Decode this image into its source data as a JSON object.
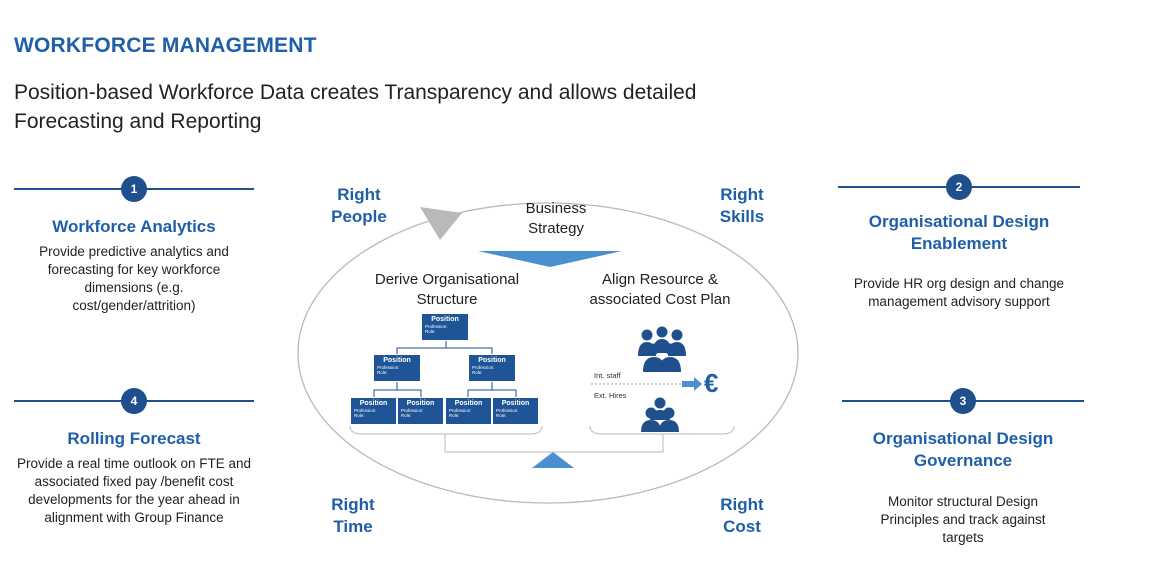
{
  "header": {
    "title": "WORKFORCE MANAGEMENT",
    "subtitle": "Position-based Workforce Data creates Transparency and allows detailed Forecasting and Reporting"
  },
  "left_top": {
    "number": "1",
    "heading": "Workforce Analytics",
    "description": "Provide predictive analytics and forecasting for key workforce dimensions (e.g. cost/gender/attrition)"
  },
  "left_bottom": {
    "number": "4",
    "heading": "Rolling Forecast",
    "description": "Provide a real time outlook on FTE and associated fixed pay /benefit cost developments for the year ahead in alignment with Group Finance"
  },
  "right_top": {
    "number": "2",
    "heading": "Organisational Design Enablement",
    "description": "Provide HR org design and change management advisory support"
  },
  "right_bottom": {
    "number": "3",
    "heading": "Organisational Design Governance",
    "description": "Monitor structural Design Principles and track against targets"
  },
  "corners": {
    "top_left": "Right People",
    "top_right": "Right Skills",
    "bottom_left": "Right Time",
    "bottom_right": "Right Cost"
  },
  "center": {
    "strategy": "Business Strategy",
    "left_label": "Derive Organisational Structure",
    "right_label": "Align Resource & associated Cost Plan",
    "position_title": "Position",
    "position_field1": "Profession:",
    "position_field2": "Role:",
    "int_staff": "Int. staff",
    "ext_hires": "Ext. Hires",
    "currency": "€"
  },
  "colors": {
    "brand": "#1f5fa8",
    "dark_blue": "#1f4f8c",
    "box_blue": "#1f5496",
    "arrow_blue": "#4a8fd0",
    "ellipse_gray": "#b9b9b9"
  }
}
